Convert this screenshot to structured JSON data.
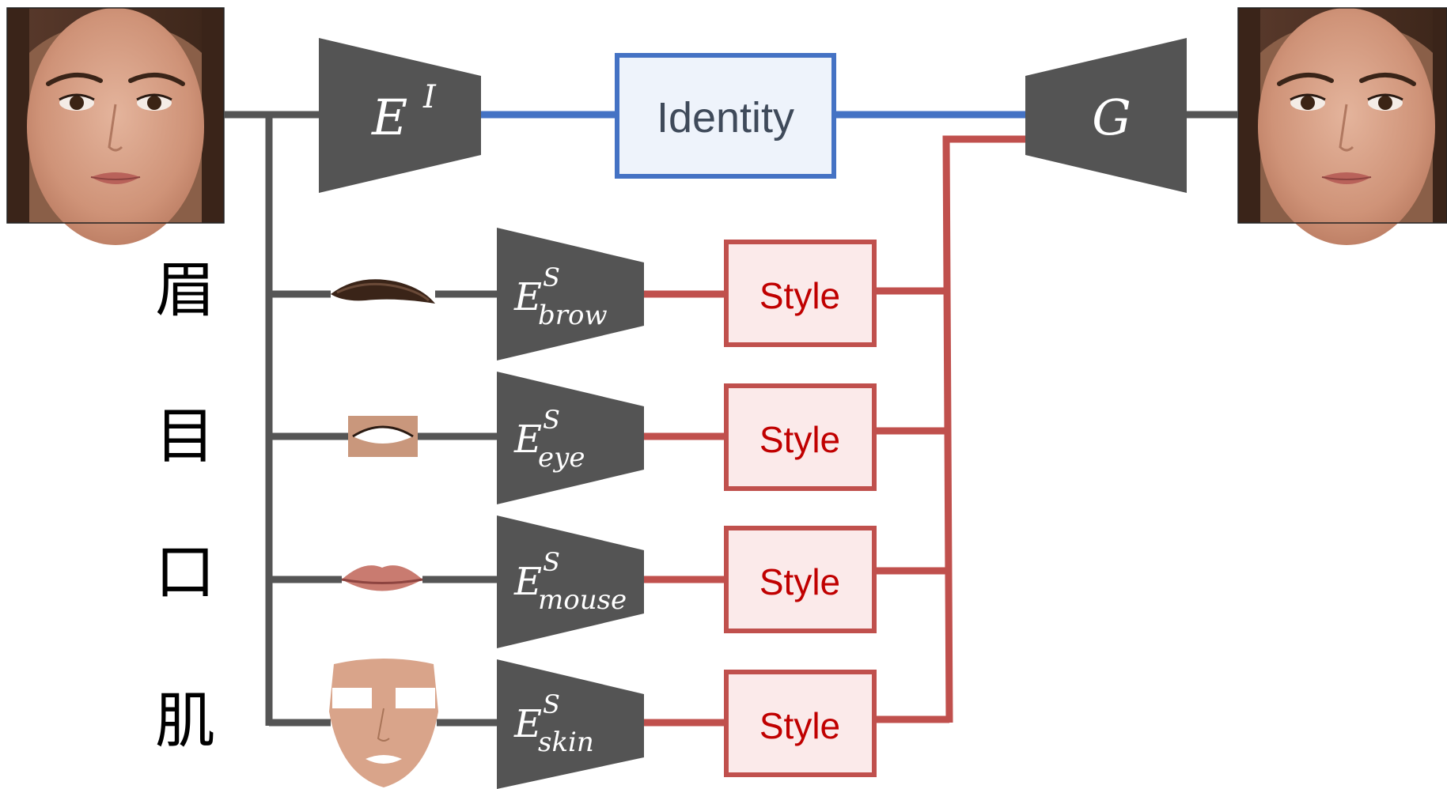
{
  "colors": {
    "encoder": "#545454",
    "connector": "#555555",
    "identity_line": "#4472c4",
    "identity_fill": "#eef3fb",
    "identity_text": "#3f4a5a",
    "style_line": "#c0504d",
    "style_fill": "#fbeaea",
    "style_text": "#c00000"
  },
  "images": {
    "input_face": "face-photo",
    "output_face": "face-photo",
    "brow_crop": "eyebrow-crop",
    "eye_crop": "eye-crop",
    "mouth_crop": "lips-crop",
    "skin_crop": "masked-skin-crop"
  },
  "identity": {
    "encoder": {
      "base": "E",
      "sup": "I"
    },
    "box_label": "Identity"
  },
  "generator": {
    "label": "G"
  },
  "parts": [
    {
      "char": "眉",
      "encoder_base": "E",
      "sup": "S",
      "sub": "brow",
      "style_label": "Style"
    },
    {
      "char": "目",
      "encoder_base": "E",
      "sup": "S",
      "sub": "eye",
      "style_label": "Style"
    },
    {
      "char": "口",
      "encoder_base": "E",
      "sup": "S",
      "sub": "mouse",
      "style_label": "Style"
    },
    {
      "char": "肌",
      "encoder_base": "E",
      "sup": "S",
      "sub": "skin",
      "style_label": "Style"
    }
  ]
}
